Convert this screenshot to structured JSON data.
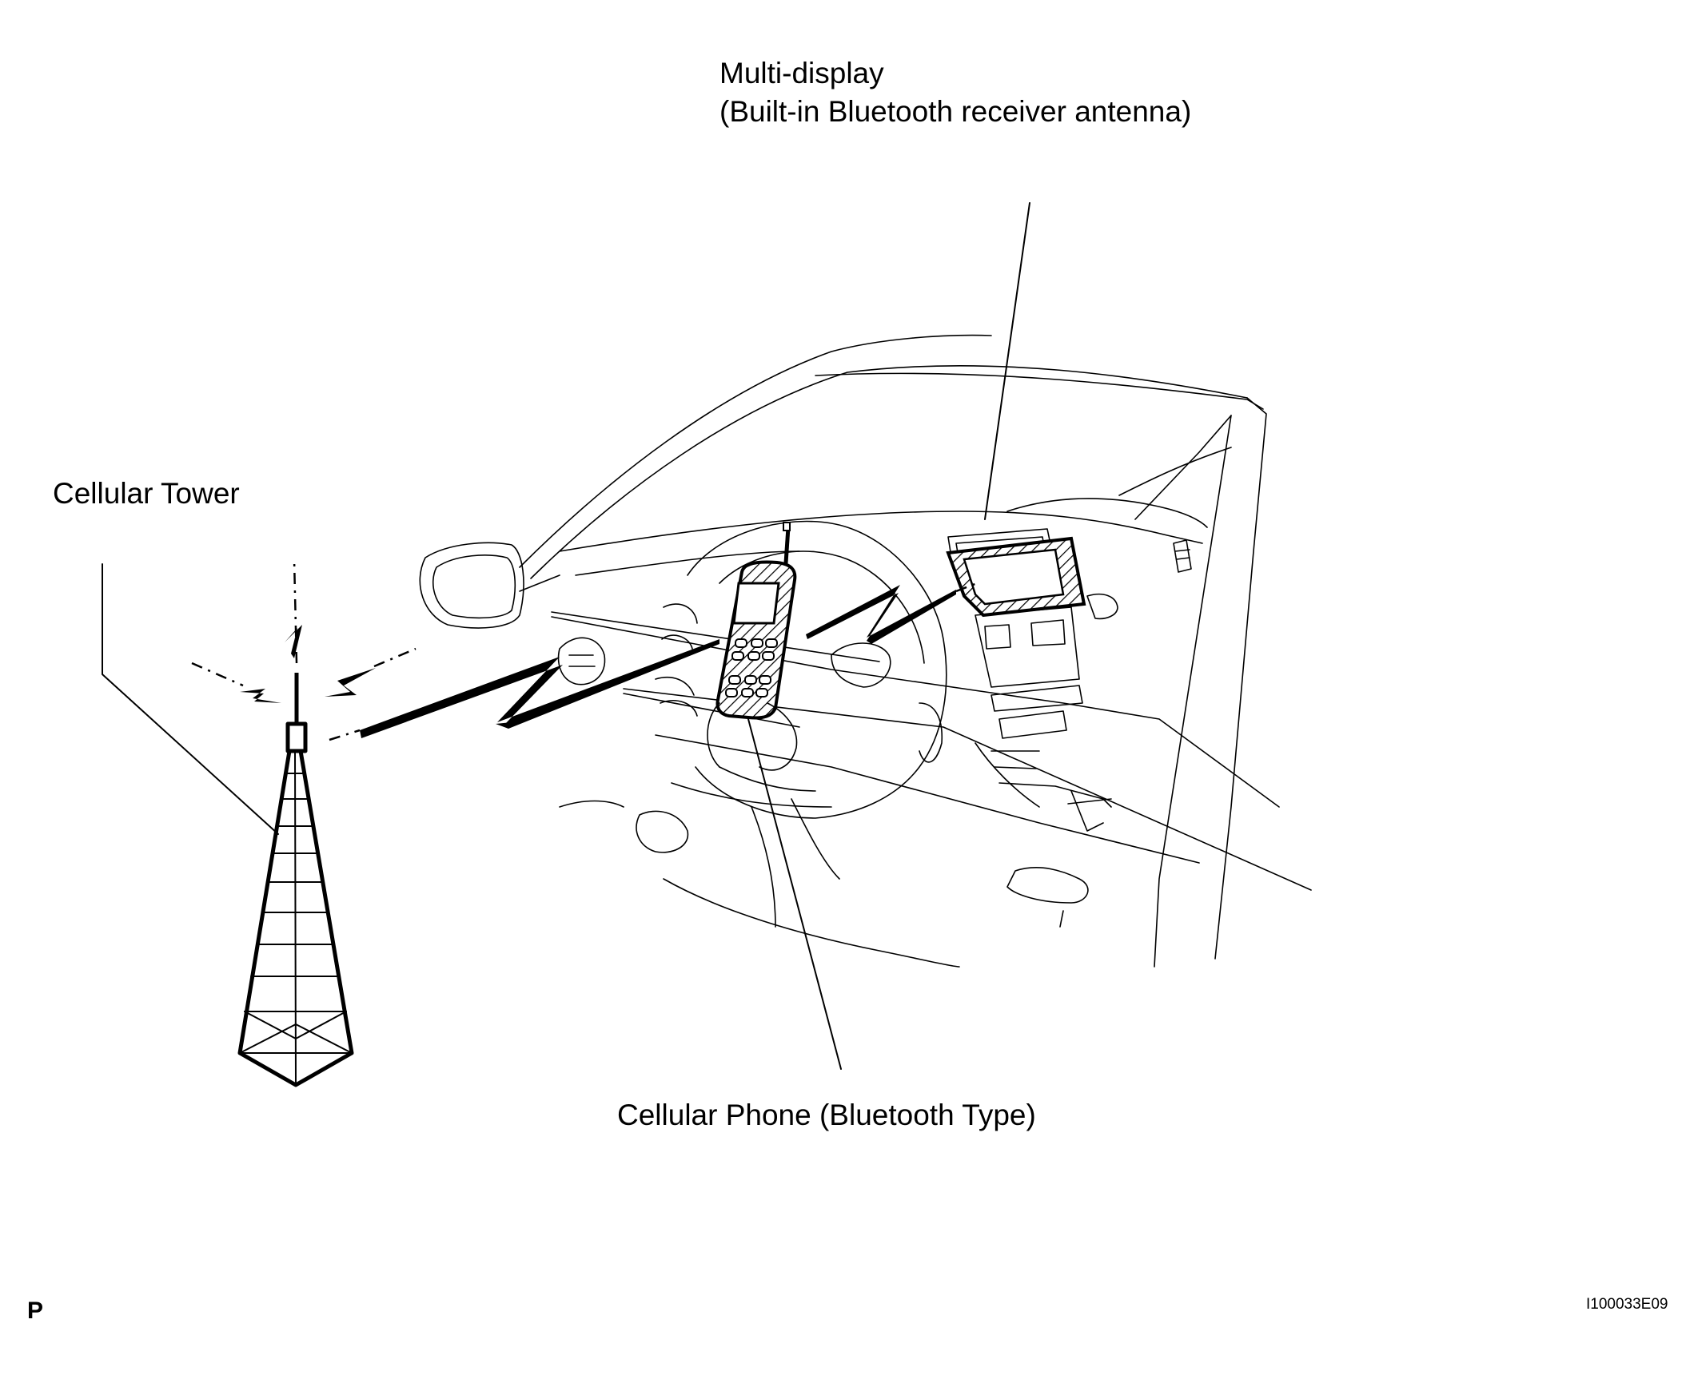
{
  "labels": {
    "multi_display_line1": "Multi-display",
    "multi_display_line2": "(Built-in Bluetooth receiver antenna)",
    "cellular_tower": "Cellular Tower",
    "cellular_phone": "Cellular Phone (Bluetooth Type)"
  },
  "footer": {
    "page_mark": "P",
    "figure_code": "I100033E09"
  },
  "colors": {
    "ink": "#000000",
    "background": "#ffffff"
  }
}
